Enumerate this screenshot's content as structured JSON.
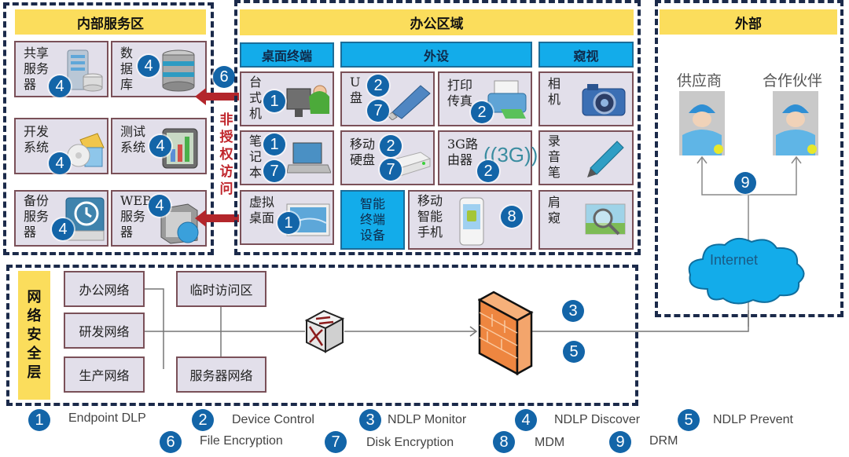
{
  "zones": {
    "internal": {
      "title": "内部服务区"
    },
    "office": {
      "title": "办公区域"
    },
    "external": {
      "title": "外部"
    },
    "network": {
      "title": "网\n络\n安\n全\n层"
    }
  },
  "internal_items": [
    {
      "label": "共享\n服务\n器",
      "icon": "file-server-icon",
      "badges": [
        "4"
      ]
    },
    {
      "label": "数\n据\n库",
      "icon": "database-icon",
      "badges": [
        "4"
      ]
    },
    {
      "label": "开发\n系统",
      "icon": "software-package-icon",
      "badges": [
        "4"
      ]
    },
    {
      "label": "测试\n系统",
      "icon": "bar-chart-monitor-icon",
      "badges": [
        "4"
      ]
    },
    {
      "label": "备份\n服务\n器",
      "icon": "backup-drive-icon",
      "badges": [
        "4"
      ]
    },
    {
      "label": "WEB\n服务\n器",
      "icon": "web-server-icon",
      "badges": [
        "4"
      ]
    }
  ],
  "unauthorized_access": {
    "label": "非\n授\n权\n访\n问",
    "badge": "6"
  },
  "office_headers": {
    "desktop": "桌面终端",
    "peripherals": "外设",
    "spying": "窥视"
  },
  "office_items": {
    "desktop": [
      {
        "label": "台\n式\n机",
        "icon": "desktop-user-icon",
        "badges": [
          "1"
        ]
      },
      {
        "label": "笔\n记\n本",
        "icon": "laptop-icon",
        "badges": [
          "1",
          "7"
        ]
      },
      {
        "label": "虚拟\n桌面",
        "icon": "virtual-desktop-icon",
        "badges": [
          "1"
        ]
      }
    ],
    "peripherals": [
      {
        "label": "U\n盘",
        "icon": "usb-drive-icon",
        "badges": [
          "2",
          "7"
        ]
      },
      {
        "label": "打印\n传真",
        "icon": "printer-icon",
        "badges": [
          "2"
        ]
      },
      {
        "label": "移动\n硬盘",
        "icon": "external-hdd-icon",
        "badges": [
          "2",
          "7"
        ]
      },
      {
        "label": "3G路\n由器",
        "icon": "3g-router-icon",
        "badges": [
          "2"
        ]
      }
    ],
    "smart_device_header": "智能\n终端\n设备",
    "mobile": {
      "label": "移动\n智能\n手机",
      "icon": "android-phone-icon",
      "badges": [
        "8"
      ]
    },
    "spying": [
      {
        "label": "相\n机",
        "icon": "camera-icon"
      },
      {
        "label": "录\n音\n笔",
        "icon": "pen-recorder-icon"
      },
      {
        "label": "肩\n窥",
        "icon": "magnifier-icon"
      }
    ]
  },
  "external": {
    "supplier": "供应商",
    "partner": "合作伙伴",
    "badge": "9",
    "internet": "Internet"
  },
  "network": {
    "boxes": [
      "办公网络",
      "研发网络",
      "生产网络",
      "临时访问区",
      "服务器网络"
    ],
    "badges": [
      "3",
      "5"
    ]
  },
  "legend": [
    {
      "num": "1",
      "label": "Endpoint DLP"
    },
    {
      "num": "2",
      "label": "Device Control"
    },
    {
      "num": "3",
      "label": "NDLP Monitor"
    },
    {
      "num": "4",
      "label": "NDLP Discover"
    },
    {
      "num": "5",
      "label": "NDLP Prevent"
    },
    {
      "num": "6",
      "label": "File Encryption"
    },
    {
      "num": "7",
      "label": "Disk Encryption"
    },
    {
      "num": "8",
      "label": "MDM"
    },
    {
      "num": "9",
      "label": "DRM"
    }
  ],
  "colors": {
    "badge": "#1365a8",
    "yellow_header": "#fbdd5c",
    "blue_header": "#13acea",
    "cell_bg": "#e2dfea",
    "alert_red": "#c0262c",
    "dash_border": "#1b2a4a"
  }
}
